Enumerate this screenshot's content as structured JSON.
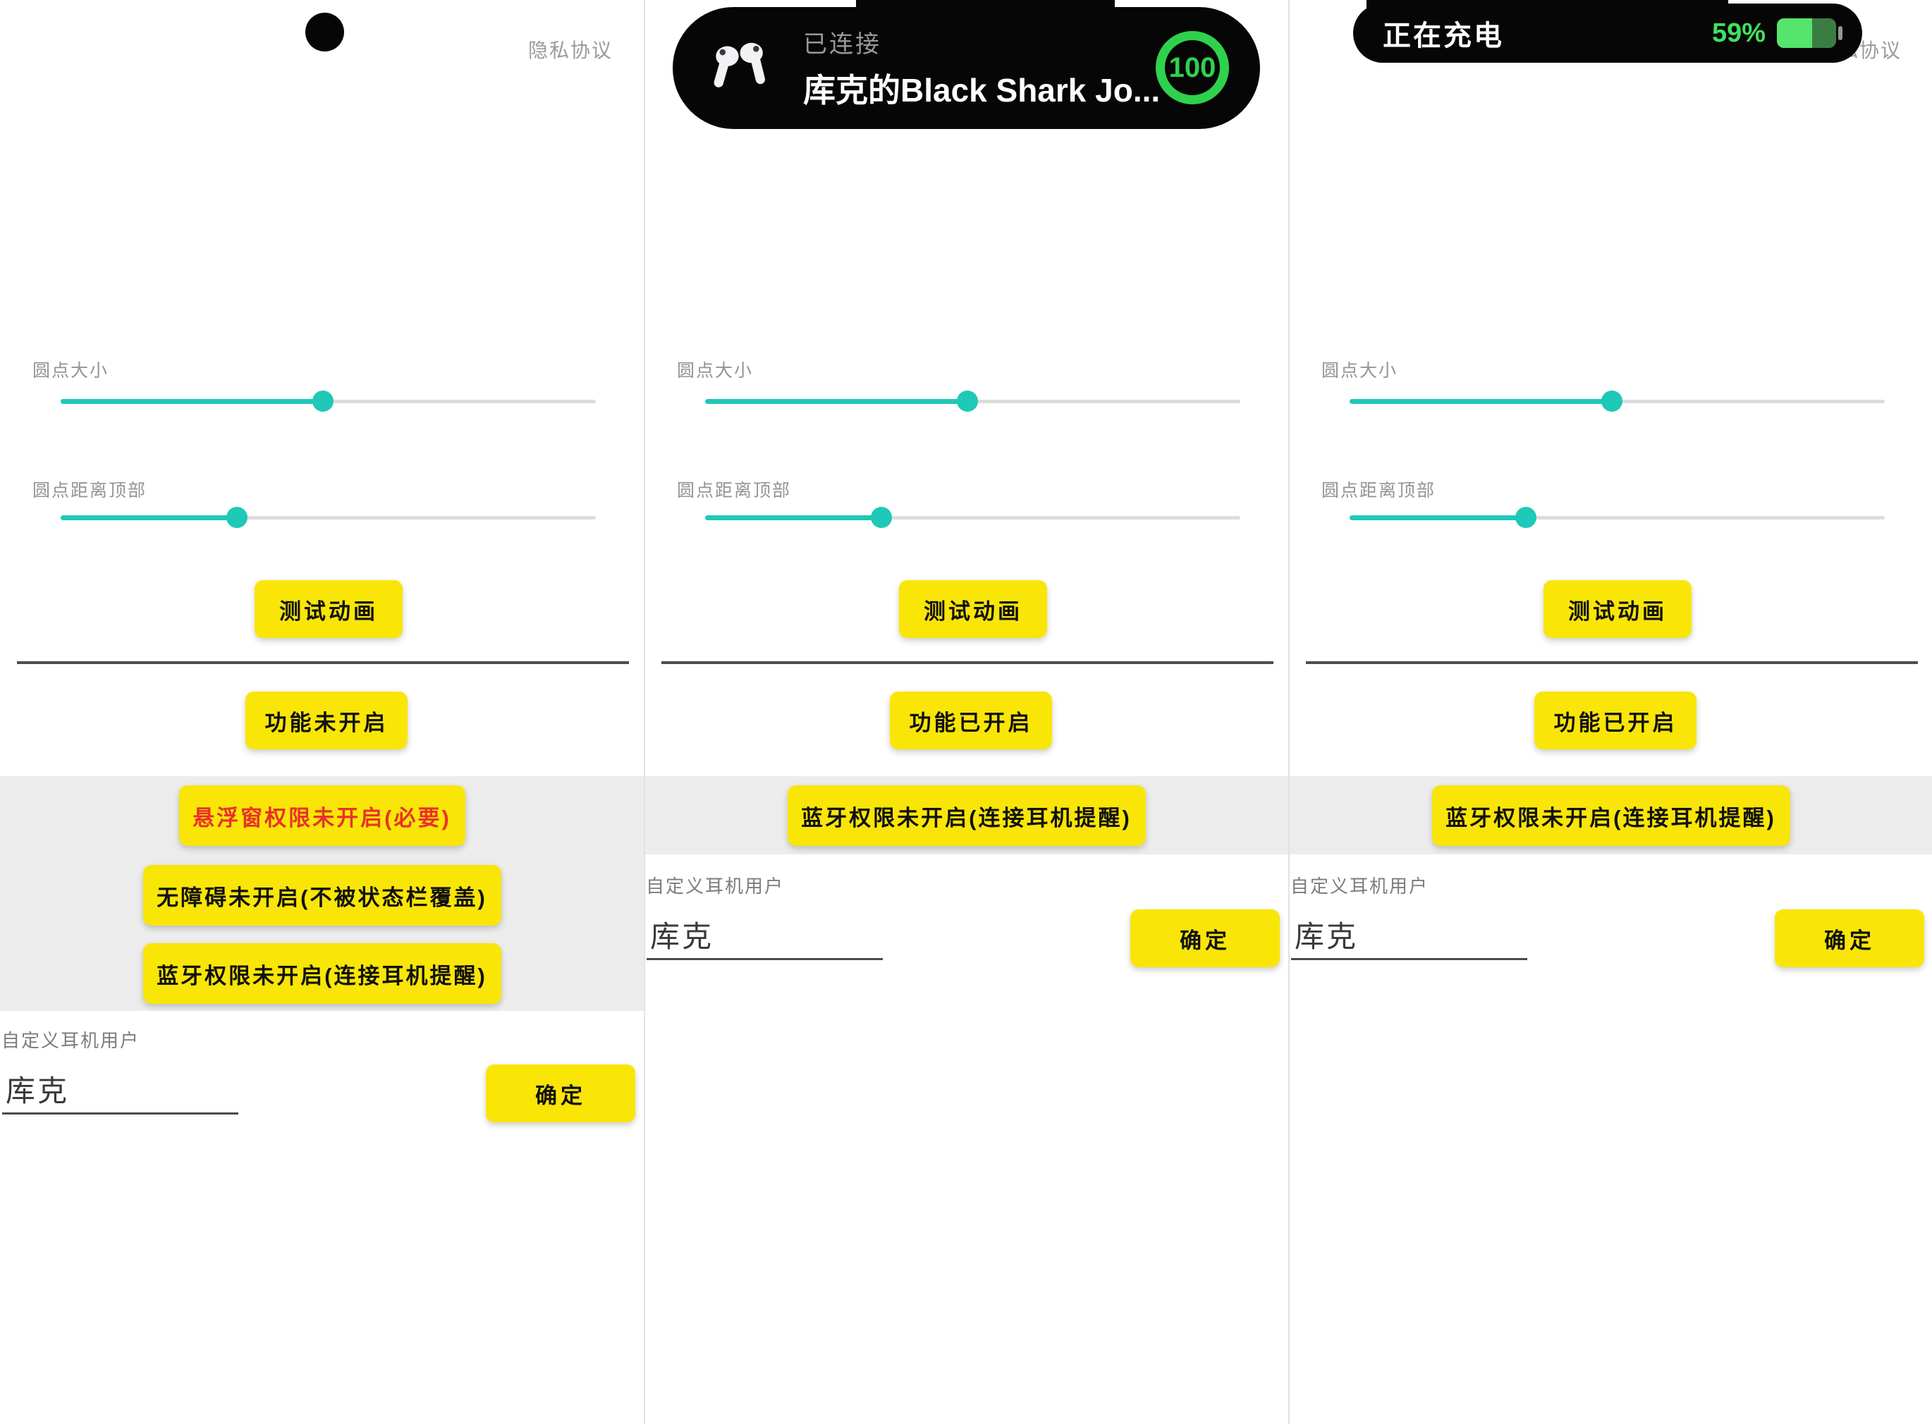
{
  "colors": {
    "accent_yellow": "#f9e606",
    "accent_teal": "#1ec9b7",
    "alert_red": "#e8322a",
    "island_black": "#060606",
    "ring_green": "#2fd14c",
    "battery_green": "#55e46c",
    "battery_empty_green": "#3a7d43",
    "band_gray": "#ececec"
  },
  "shared": {
    "privacy_link": "隐私协议",
    "dot_size_label": "圆点大小",
    "dot_top_label": "圆点距离顶部",
    "test_animation_button": "测试动画",
    "custom_user_label": "自定义耳机用户",
    "custom_user_value": "库克",
    "confirm_button": "确定"
  },
  "sliders": {
    "dot_size_percent": 49,
    "dot_top_percent": 33
  },
  "panels": [
    {
      "island": {
        "type": "dot"
      },
      "status_button": "功能未开启",
      "permission_buttons": {
        "overlay": "悬浮窗权限未开启(必要)",
        "accessibility": "无障碍未开启(不被状态栏覆盖)",
        "bluetooth": "蓝牙权限未开启(连接耳机提醒)"
      }
    },
    {
      "island": {
        "type": "airpods",
        "status": "已连接",
        "device_name": "库克的Black Shark Jo...",
        "battery_level": "100"
      },
      "status_button": "功能已开启",
      "permission_buttons": {
        "bluetooth": "蓝牙权限未开启(连接耳机提醒)"
      }
    },
    {
      "island": {
        "type": "charging",
        "status": "正在充电",
        "battery_percent": "59%",
        "battery_fill_percent": 59
      },
      "status_button": "功能已开启",
      "permission_buttons": {
        "bluetooth": "蓝牙权限未开启(连接耳机提醒)"
      }
    }
  ]
}
